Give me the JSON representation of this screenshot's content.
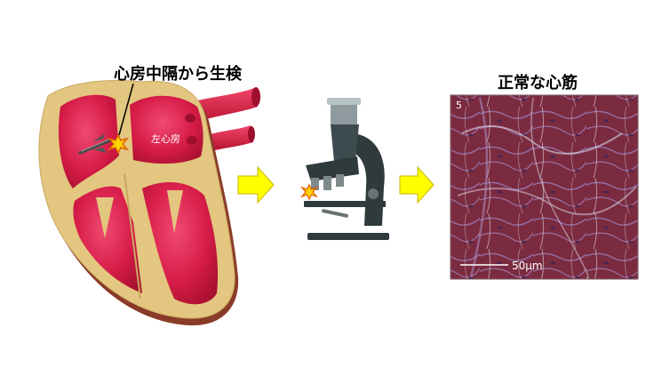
{
  "labels": {
    "biopsy": "心房中隔から生検",
    "left_atrium": "左心房",
    "normal_myocardium": "正常な心筋",
    "panel_number": "5",
    "scale_bar": "50μm"
  },
  "colors": {
    "heart_wall": "#e3c67f",
    "chamber": "#d81e4a",
    "vessel": "#d41f43",
    "arrow": "#ffff00",
    "tissue": "#7a2a3e",
    "tissue_stain": "#8f6fb0"
  },
  "icons": [
    "biopsy-forceps-icon",
    "burst-star-icon",
    "microscope-icon",
    "right-arrow-icon"
  ]
}
